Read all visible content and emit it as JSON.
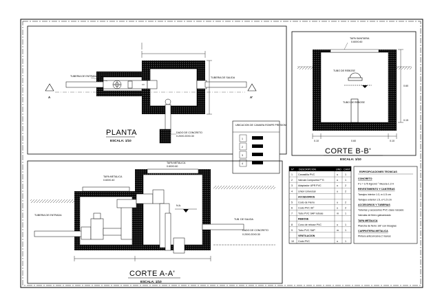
{
  "sheet": {
    "planta": {
      "title": "PLANTA",
      "scale": "ESCALA: 1/10",
      "entrada_label": "TUBERIA DE ENTRADA Ø=2\"",
      "salida_label": "TUBERIA DE SALIDA",
      "dado_label": "DADO DE CONCRETO",
      "dado_sub": "0.20X0.20X0.30",
      "section_a_left": "A",
      "section_a_right": "A'",
      "ubicacion_title": "UBICACION DE CAMARA ROMPE PRESION",
      "ubicacion_rows": [
        "1",
        "2",
        "3",
        "4"
      ]
    },
    "corte_bb": {
      "title": "CORTE  B-B'",
      "scale": "ESCALA: 1/10",
      "tapa_label": "TAPA SANITARIA",
      "tapa_sub": "0.60X0.60",
      "tubo_label": "TUBO DE REBOSE",
      "dims": [
        "0.60",
        "0.15",
        "0.10",
        "0.60",
        "0.10",
        "0.15"
      ]
    },
    "corte_aa": {
      "title": "CORTE  A-A'",
      "scale": "ESCALA: 1/10",
      "tapa_metalica": "TAPA METALICA",
      "tapa_metalica_sub": "0.60X0.40",
      "tapa_metalica_2": "TAPA METALICA",
      "tapa_metalica_2_sub": "0.60X0.60",
      "tubo_entrada": "TUBERIA DE ENTRADA",
      "tubo_salida": "TUB. DE SALIDA",
      "dado": "DADO DE CONCRETO",
      "dado_sub": "0.20X0.20X0.30",
      "nivel": "N.A."
    },
    "tabla": {
      "header": [
        "N°",
        "DESCRIPCION",
        "UND",
        "CANT"
      ],
      "rows": [
        [
          "1",
          "Canastilla PVC",
          "u",
          "1"
        ],
        [
          "2",
          "Valvula Compuerta F°G",
          "u",
          "1"
        ],
        [
          "3",
          "Adaptador UPR PVC",
          "u",
          "2"
        ],
        [
          "4",
          "Union Universal",
          "u",
          "2"
        ],
        [
          "",
          "ACCESORIOS",
          "",
          ""
        ],
        [
          "5",
          "Codo de Fierro",
          "u",
          "2"
        ],
        [
          "6",
          "Codo PVC 90°",
          "u",
          "2"
        ],
        [
          "7",
          "Tubo PVC SAP rebose",
          "m",
          "1"
        ],
        [
          "",
          "REBOSE",
          "",
          ""
        ],
        [
          "8",
          "Cono de rebose PVC",
          "u",
          "1"
        ],
        [
          "9",
          "Tubo PVC SAP",
          "m",
          "1"
        ],
        [
          "",
          "VENTILACION",
          "",
          ""
        ],
        [
          "10",
          "Codo PVC",
          "u",
          "1"
        ]
      ]
    },
    "especificaciones": {
      "title": "ESPECIFICACIONES TECNICAS",
      "lines": [
        "CONCRETO",
        "F'c = 175 Kg/cm2 ° Mezcla 1:2:4",
        "REVESTIMIENTO Y CANTERAS",
        "Tarrajeo interior 1:3, e=1.5 cm",
        "Tarrajeo exterior 1:5, e=1.5 cm",
        "ACCESORIOS Y TUBERIAS",
        "Tuberias y accesorios PVC clase roscado",
        "Valvulas de fierro galvanizado",
        "TAPA METALICA",
        "Plancha de fierro 1/8\" con bisagras",
        "CARPINTERIA METALICA",
        "Pintura anticorrosiva 2 manos"
      ]
    }
  }
}
